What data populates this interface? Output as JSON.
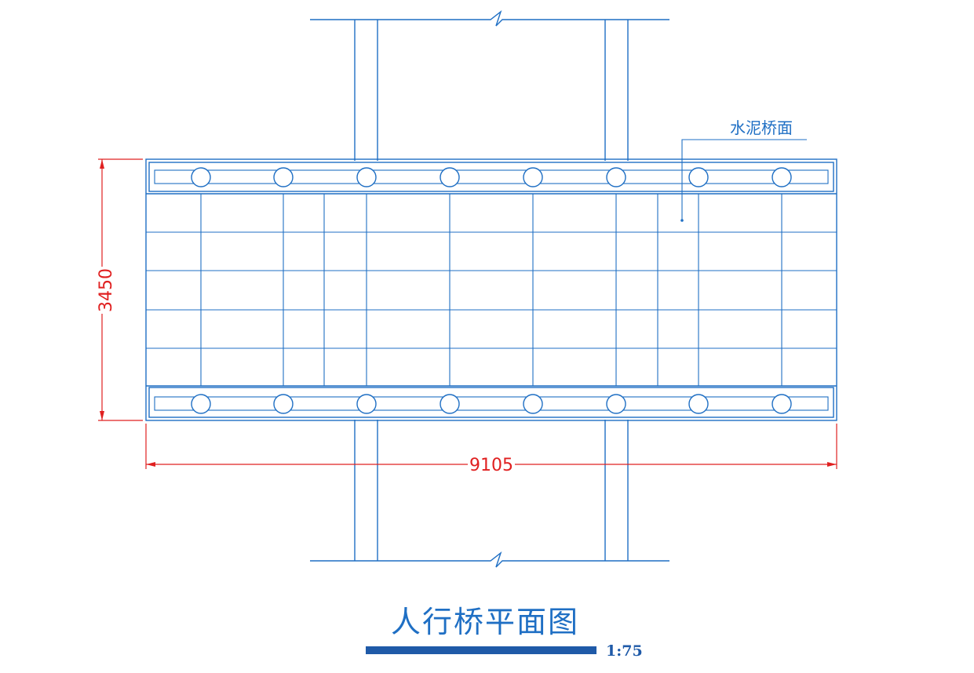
{
  "drawing": {
    "title": "人行桥平面图",
    "scale": "1:75",
    "material_label": "水泥桥面",
    "dimension_height": "3450",
    "dimension_width": "9105"
  },
  "colors": {
    "structure": "#1f6fc4",
    "dimension": "#e02020",
    "title_bar": "#1f5aa8"
  }
}
